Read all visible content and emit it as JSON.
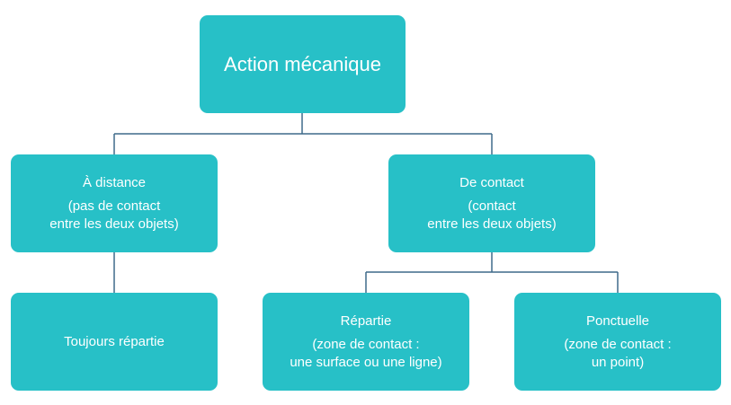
{
  "diagram": {
    "colors": {
      "node_fill": "#27c0c7",
      "node_text": "#ffffff",
      "connector": "#3f6a8a"
    },
    "root": {
      "title": "Action mécanique"
    },
    "distance": {
      "title": "À distance",
      "sub1": "(pas de contact",
      "sub2": "entre les deux objets)"
    },
    "contact": {
      "title": "De contact",
      "sub1": "(contact",
      "sub2": "entre les deux objets)"
    },
    "toujours": {
      "title": "Toujours répartie"
    },
    "repartie": {
      "title": "Répartie",
      "sub1": "(zone de contact :",
      "sub2": "une surface ou une ligne)"
    },
    "ponctuelle": {
      "title": "Ponctuelle",
      "sub1": "(zone de contact :",
      "sub2": "un point)"
    }
  }
}
